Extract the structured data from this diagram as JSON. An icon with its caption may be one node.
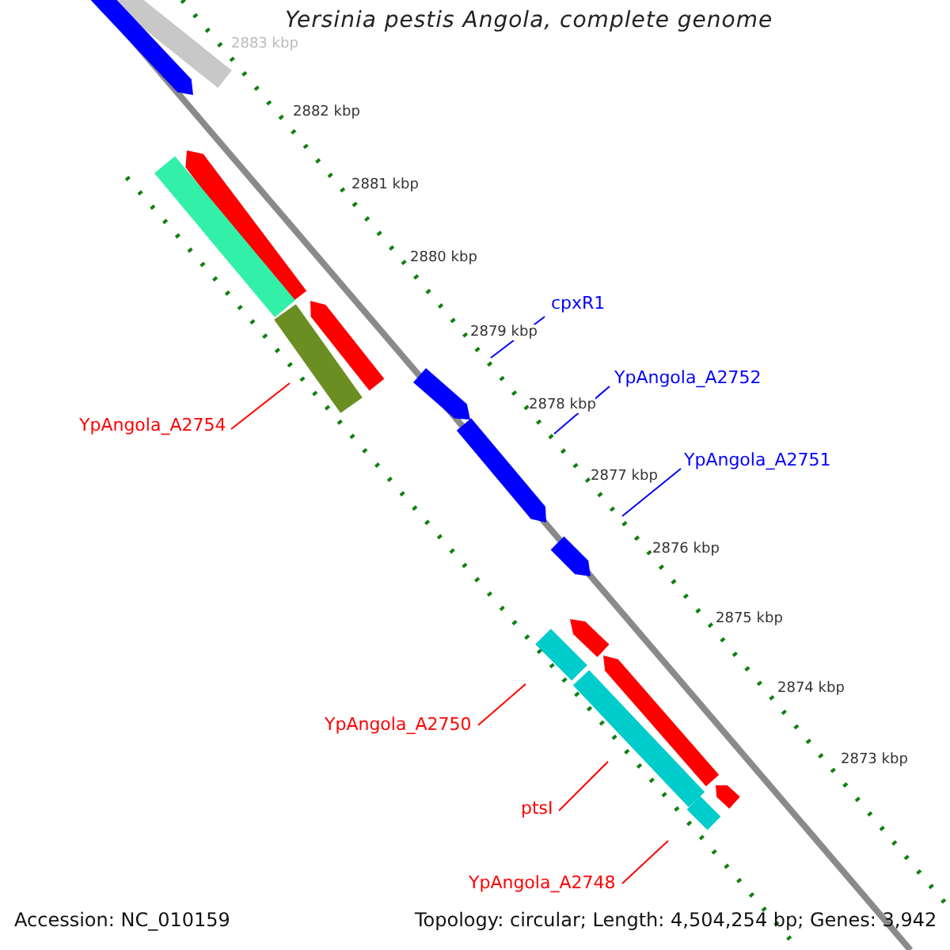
{
  "diagram": {
    "title": "Yersinia pestis Angola, complete genome",
    "nodes": [
      {
        "text": [
          "cpxR1"
        ]
      },
      {
        "text": [
          "YpAngola_A2752"
        ]
      },
      {
        "text": [
          "YpAngola_A2751"
        ]
      },
      {
        "text": [
          "YpAngola_A2754"
        ]
      },
      {
        "text": [
          "YpAngola_A2750"
        ]
      },
      {
        "text": [
          "ptsI"
        ]
      },
      {
        "text": [
          "YpAngola_A2748"
        ]
      }
    ],
    "edges": [
      {
        "from": 0,
        "to": null,
        "arrow": "none",
        "color": "#0000ff"
      },
      {
        "from": 1,
        "to": null,
        "arrow": "none",
        "color": "#0000ff"
      },
      {
        "from": 2,
        "to": null,
        "arrow": "none",
        "color": "#0000ff"
      },
      {
        "from": 3,
        "to": null,
        "arrow": "none"
      },
      {
        "from": 4,
        "to": null,
        "arrow": "none"
      },
      {
        "from": 5,
        "to": null,
        "arrow": "none"
      },
      {
        "from": 6,
        "to": null,
        "arrow": "none"
      }
    ],
    "labels": [
      "2883 kbp",
      "2882 kbp",
      "2881 kbp",
      "2880 kbp",
      "2879 kbp",
      "2878 kbp",
      "2877 kbp",
      "2876 kbp",
      "2875 kbp",
      "2874 kbp",
      "2873 kbp",
      "Accession: NC_010159",
      "Topology: circular; Length: 4,504,254 bp; Genes: 3,942"
    ]
  }
}
